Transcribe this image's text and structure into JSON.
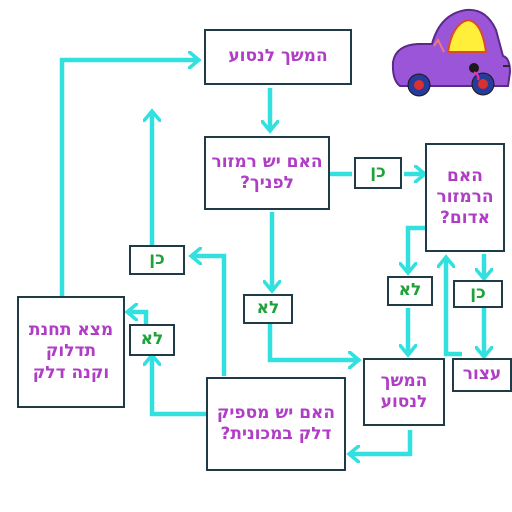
{
  "nodes": {
    "start": "המשך לנסוע",
    "q_light_ahead": "האם יש רמזור לפניך?",
    "q_red": "האם הרמזור אדום?",
    "stop": "עצור",
    "continue_2": "המשך לנסוע",
    "q_fuel": "האם יש מספיק דלק במכונית?",
    "gas_station": "מצא תחנת תדלוק וקנה דלק"
  },
  "labels": {
    "yes_light": "כן",
    "no_light": "לא",
    "yes_red": "כן",
    "no_red": "לא",
    "yes_fuel": "כן",
    "no_fuel": "לא"
  },
  "colors": {
    "arrow": "#33e0e0",
    "box_border": "#1f3b47",
    "question_text": "#b03dc6",
    "label_text": "#1fa23a"
  },
  "icons": {
    "car": "car-icon"
  }
}
